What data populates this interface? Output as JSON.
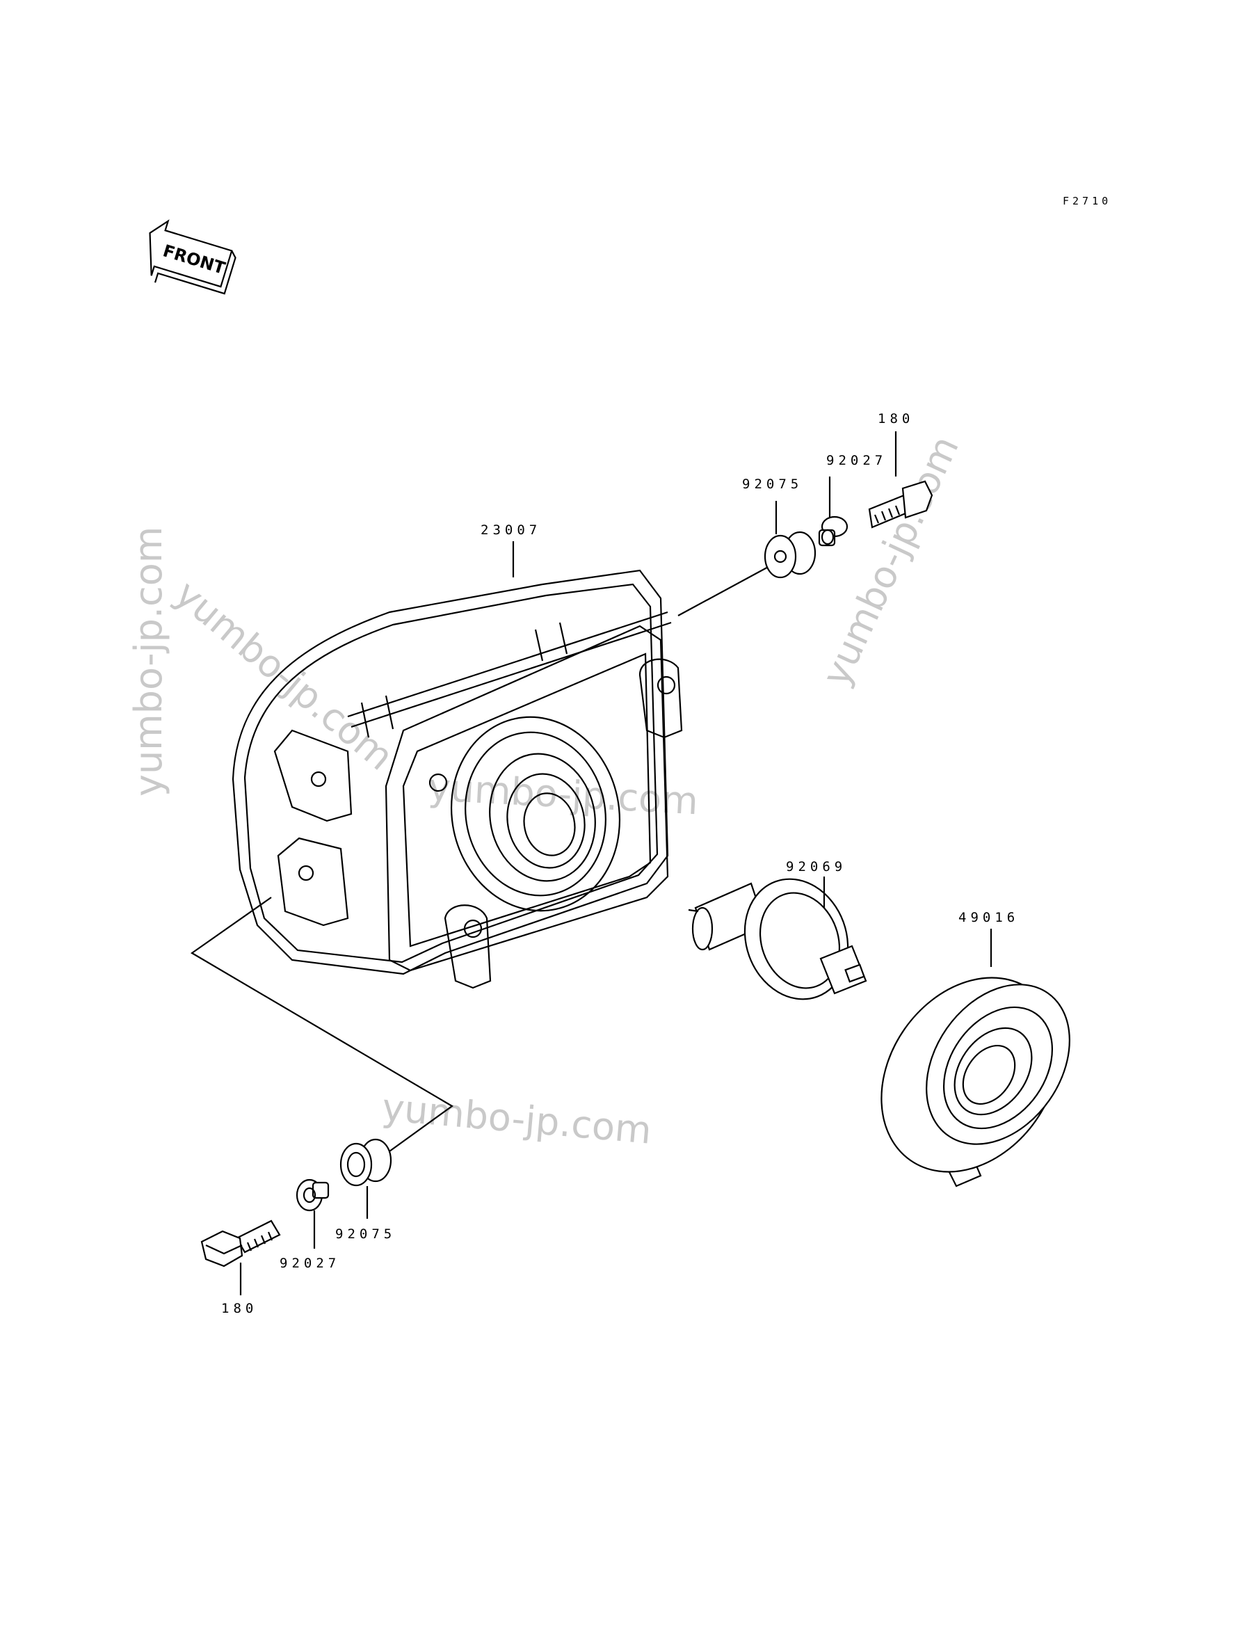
{
  "figure_code": "F2710",
  "front_label": "FRONT",
  "watermark": "yumbo-jp.com",
  "parts": {
    "headlight_assy": "23007",
    "grommet_upper": "92075",
    "collar_upper": "92027",
    "bolt_upper": "180",
    "bulb": "92069",
    "boot": "49016",
    "grommet_lower": "92075",
    "collar_lower": "92027",
    "bolt_lower": "180"
  }
}
